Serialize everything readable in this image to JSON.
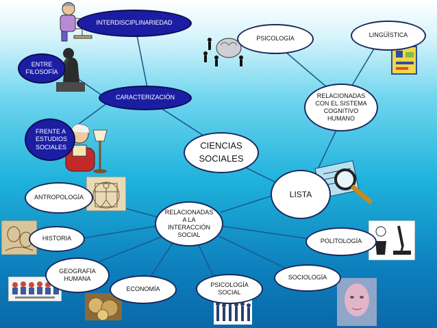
{
  "nodes": {
    "center": "CIENCIAS\nSOCIALES",
    "interdisciplinariedad": "INTERDISCIPLINARIEDAD",
    "entre_filosofia": "ENTRE\nFILOSOFÍA",
    "caracterizacion": "CARACTERIZACIÓN",
    "frente_estudios": "FRENTE A\nESTUDIOS\nSOCIALES",
    "psicologia": "PSICOLOGÍA",
    "linguistica": "LINGÜÍSTICA",
    "relacionadas_sistema": "RELACIONADAS\nCON EL SISTEMA\nCOGNITIVO\nHUMANO",
    "lista": "LISTA",
    "relacionadas_interaccion": "RELACIONADAS\nA LA\nINTERACCIÓN\nSOCIAL",
    "antropologia": "ANTROPOLOGÍA",
    "historia": "HISTORIA",
    "politologia": "POLITOLOGÍA",
    "geografia": "GEOGRAFÍA\nHUMANA",
    "economia": "ECONOMÍA",
    "psicologia_social": "PSICOLOGÍA\nSOCIAL",
    "sociologia": "SOCIOLOGÍA"
  },
  "colors": {
    "dark_node": "#1b1ea3",
    "light_node": "#ffffff",
    "connector": "#1c5a8f"
  },
  "pictures": [
    "teacher-at-computer-clipart",
    "thinker-statue-clipart",
    "professor-reading-clipart",
    "brain-with-people-clipart",
    "mayan-codex-clipart",
    "magnifier-on-document-clipart",
    "vitruvian-man-drawing",
    "da-vinci-sketch-drawing",
    "microscope-scientist-clipart",
    "group-photo",
    "coins-photo",
    "crowd-silhouettes-clipart",
    "face-sculpture-photo"
  ]
}
